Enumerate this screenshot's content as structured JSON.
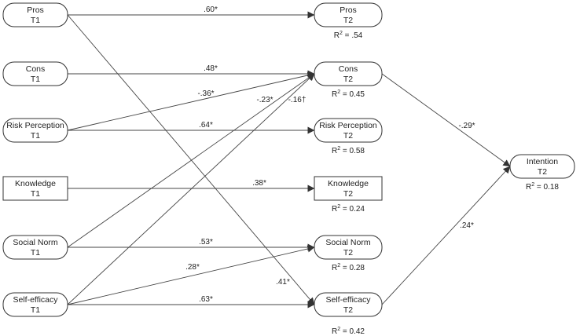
{
  "nodes": {
    "pros_t1": {
      "line1": "Pros",
      "line2": "T1"
    },
    "cons_t1": {
      "line1": "Cons",
      "line2": "T1"
    },
    "risk_t1": {
      "line1": "Risk Perception",
      "line2": "T1"
    },
    "knowledge_t1": {
      "line1": "Knowledge",
      "line2": "T1"
    },
    "social_t1": {
      "line1": "Social Norm",
      "line2": "T1"
    },
    "selfeff_t1": {
      "line1": "Self-efficacy",
      "line2": "T1"
    },
    "pros_t2": {
      "line1": "Pros",
      "line2": "T2",
      "r2": ".54"
    },
    "cons_t2": {
      "line1": "Cons",
      "line2": "T2",
      "r2": "0.45"
    },
    "risk_t2": {
      "line1": "Risk Perception",
      "line2": "T2",
      "r2": "0.58"
    },
    "knowledge_t2": {
      "line1": "Knowledge",
      "line2": "T2",
      "r2": "0.24"
    },
    "social_t2": {
      "line1": "Social Norm",
      "line2": "T2",
      "r2": "0.28"
    },
    "selfeff_t2": {
      "line1": "Self-efficacy",
      "line2": "T2",
      "r2": "0.42"
    },
    "intention_t2": {
      "line1": "Intention",
      "line2": "T2",
      "r2": "0.18"
    }
  },
  "r2_label": "R",
  "r2_sup": "2",
  "r2_eq": " = ",
  "edges": [
    {
      "from": "pros_t1",
      "to": "pros_t2",
      "label": ".60*"
    },
    {
      "from": "pros_t1",
      "to": "selfeff_t2",
      "label": ".41*"
    },
    {
      "from": "cons_t1",
      "to": "cons_t2",
      "label": ".48*"
    },
    {
      "from": "risk_t1",
      "to": "cons_t2",
      "label": "-.36*"
    },
    {
      "from": "risk_t1",
      "to": "risk_t2",
      "label": ".64*"
    },
    {
      "from": "knowledge_t1",
      "to": "knowledge_t2",
      "label": ".38*"
    },
    {
      "from": "social_t1",
      "to": "cons_t2",
      "label": "-.23*"
    },
    {
      "from": "social_t1",
      "to": "social_t2",
      "label": ".53*"
    },
    {
      "from": "selfeff_t1",
      "to": "cons_t2",
      "label": "-.16†"
    },
    {
      "from": "selfeff_t1",
      "to": "social_t2",
      "label": ".28*"
    },
    {
      "from": "selfeff_t1",
      "to": "selfeff_t2",
      "label": ".63*"
    },
    {
      "from": "cons_t2",
      "to": "intention_t2",
      "label": "-.29*"
    },
    {
      "from": "selfeff_t2",
      "to": "intention_t2",
      "label": ".24*"
    }
  ]
}
